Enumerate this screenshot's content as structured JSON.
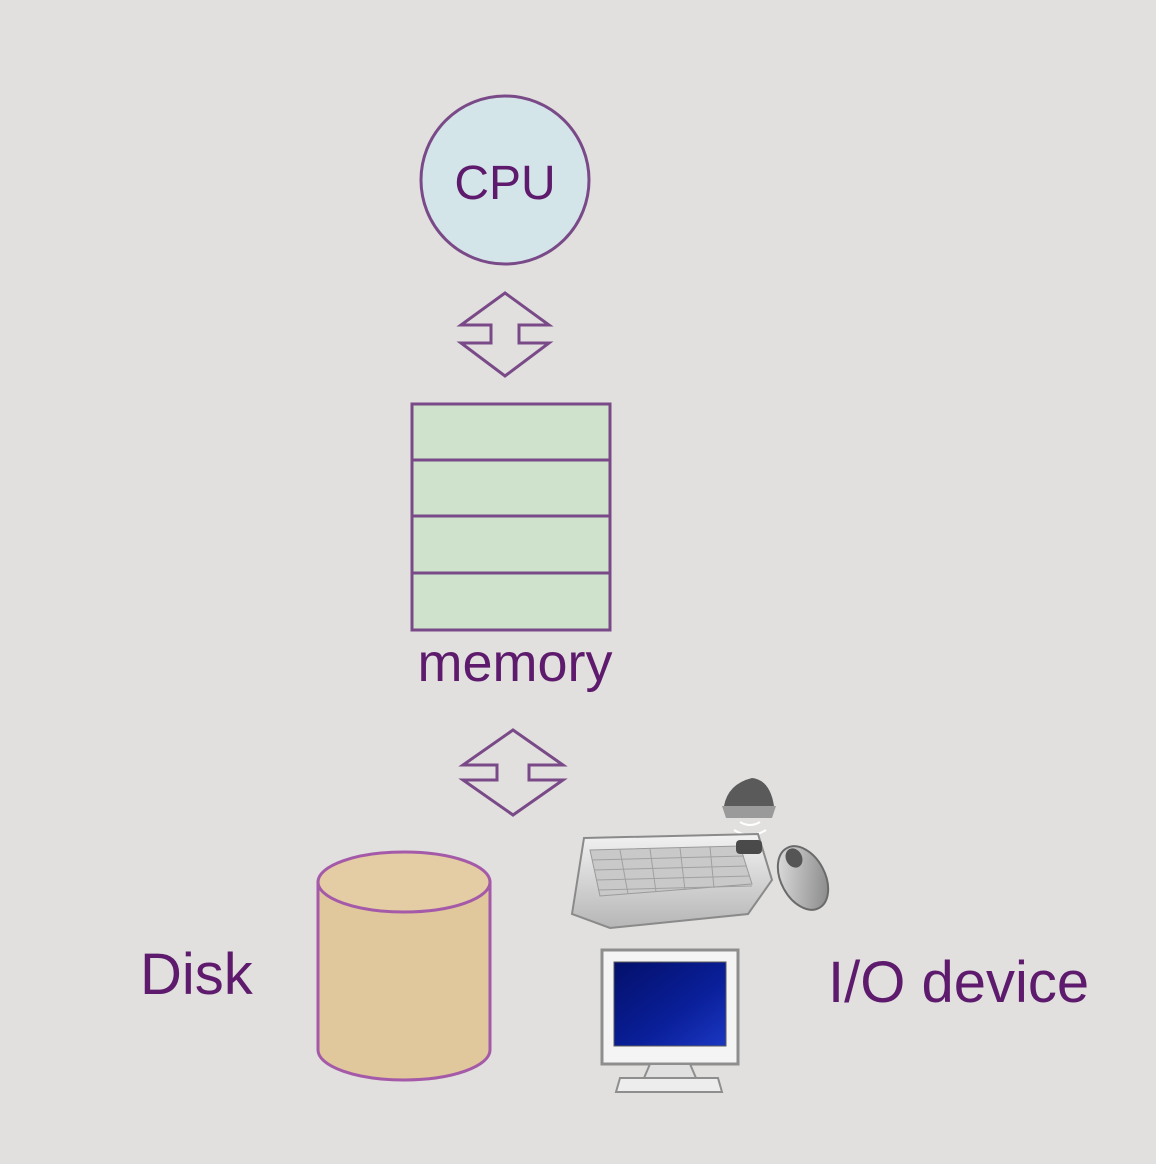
{
  "labels": {
    "cpu": "CPU",
    "memory": "memory",
    "disk": "Disk",
    "io_device": "I/O device"
  },
  "memory": {
    "slots": 4
  },
  "icons": [
    "double-arrow-icon",
    "disk-cylinder-icon",
    "keyboard-icon",
    "mouse-icon",
    "receiver-icon",
    "monitor-icon"
  ],
  "colors": {
    "background": "#e1e0de",
    "text": "#5e1a6c",
    "stroke": "#7a4a88",
    "cpu_fill": "#d4e5ea",
    "memory_fill": "#cfe2cb",
    "disk_fill": "#e0c79c",
    "disk_stroke": "#a45aa8",
    "monitor_screen": "#0a1a8a"
  }
}
